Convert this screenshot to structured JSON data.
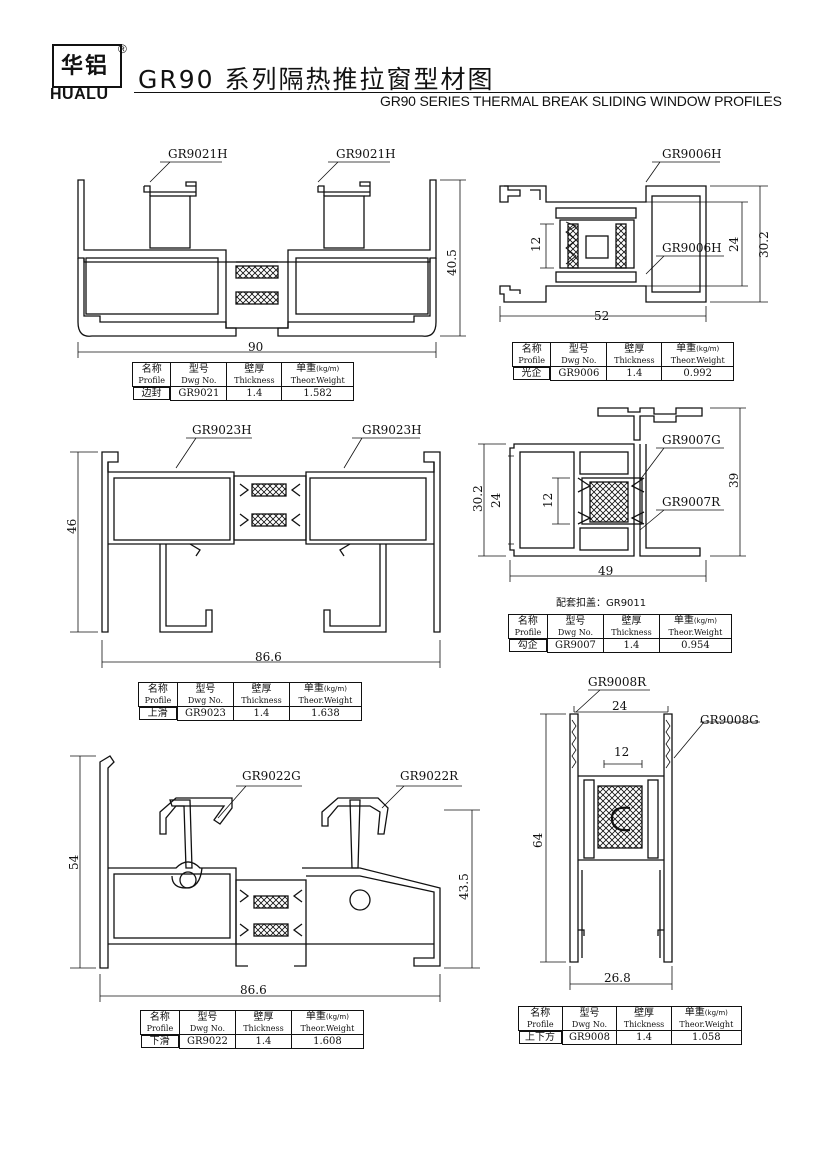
{
  "brand": {
    "cn": "华铝",
    "en": "HUALU",
    "mark": "®"
  },
  "header": {
    "title_cn": "GR90 系列隔热推拉窗型材图",
    "title_en": "GR90 SERIES THERMAL BREAK SLIDING WINDOW PROFILES"
  },
  "table_head": {
    "name_cn": "名称",
    "name_en": "Profile",
    "dwg_cn": "型号",
    "dwg_en": "Dwg No.",
    "thk_cn": "壁厚",
    "thk_en": "Thickness",
    "wt_cn": "单重",
    "wt_unit": "(kg/m)",
    "wt_en": "Theor.Weight"
  },
  "profiles": [
    {
      "name": "边封",
      "dwg": "GR9021",
      "thickness": "1.4",
      "weight": "1.582",
      "parts": [
        "GR9021H",
        "GR9021H"
      ],
      "dims": {
        "width": "90",
        "height": "40.5"
      }
    },
    {
      "name": "光企",
      "dwg": "GR9006",
      "thickness": "1.4",
      "weight": "0.992",
      "parts": [
        "GR9006H",
        "GR9006H"
      ],
      "dims": {
        "width": "52",
        "inner": "12",
        "mid": "24",
        "height": "30.2"
      }
    },
    {
      "name": "上滑",
      "dwg": "GR9023",
      "thickness": "1.4",
      "weight": "1.638",
      "parts": [
        "GR9023H",
        "GR9023H"
      ],
      "dims": {
        "width": "86.6",
        "height": "46"
      }
    },
    {
      "name": "勾企",
      "dwg": "GR9007",
      "thickness": "1.4",
      "weight": "0.954",
      "parts": [
        "GR9007G",
        "GR9007R"
      ],
      "dims": {
        "width": "49",
        "h1": "30.2",
        "h2": "24",
        "h3": "12",
        "h4": "39"
      },
      "note": "配套扣盖：GR9011"
    },
    {
      "name": "下滑",
      "dwg": "GR9022",
      "thickness": "1.4",
      "weight": "1.608",
      "parts": [
        "GR9022G",
        "GR9022R"
      ],
      "dims": {
        "width": "86.6",
        "height": "54",
        "inner": "43.5"
      }
    },
    {
      "name": "上下方",
      "dwg": "GR9008",
      "thickness": "1.4",
      "weight": "1.058",
      "parts": [
        "GR9008R",
        "GR9008G"
      ],
      "dims": {
        "top": "24",
        "inner": "12",
        "height": "64",
        "width": "26.8"
      }
    }
  ]
}
